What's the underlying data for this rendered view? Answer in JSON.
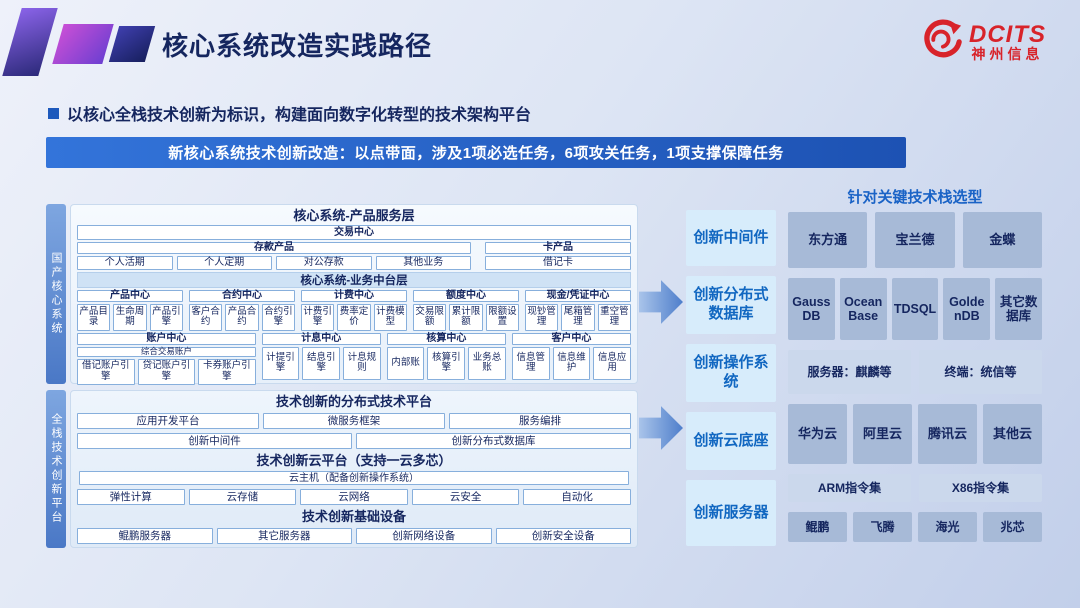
{
  "slide": {
    "title": "核心系统改造实践路径",
    "subtitle": "以核心全栈技术创新为标识，构建面向数字化转型的技术架构平台",
    "banner": "新核心系统技术创新改造：以点带面，涉及1项必选任务，6项攻关任务，1项支撑保障任务"
  },
  "logo": {
    "brand": "DCITS",
    "company": "神州信息"
  },
  "sidebar": {
    "top": "国产核心系统",
    "bottom": "全栈技术创新平台"
  },
  "product_layer": {
    "title": "核心系统-产品服务层",
    "transaction": "交易中心",
    "deposit_title": "存款产品",
    "deposit_items": [
      "个人活期",
      "个人定期",
      "对公存款",
      "其他业务"
    ],
    "card_title": "卡产品",
    "card_items": [
      "借记卡"
    ]
  },
  "business_layer": {
    "title": "核心系统-业务中台层",
    "row1": [
      {
        "title": "产品中心",
        "items": [
          "产品目录",
          "生命周期",
          "产品引擎"
        ]
      },
      {
        "title": "合约中心",
        "items": [
          "客户合约",
          "产品合约",
          "合约引擎"
        ]
      },
      {
        "title": "计费中心",
        "items": [
          "计费引擎",
          "费率定价",
          "计费模型"
        ]
      },
      {
        "title": "额度中心",
        "items": [
          "交易限额",
          "累计限额",
          "限额设置"
        ]
      },
      {
        "title": "现金/凭证中心",
        "items": [
          "现钞管理",
          "尾箱管理",
          "重空管理"
        ]
      }
    ],
    "account_group": {
      "title": "账户中心",
      "sub": "综合交易账户",
      "items": [
        "借记账户引擎",
        "贷记账户引擎",
        "卡券账户引擎"
      ]
    },
    "row2": [
      {
        "title": "计息中心",
        "items": [
          "计提引擎",
          "结息引擎",
          "计息规则"
        ]
      },
      {
        "title": "核算中心",
        "items": [
          "内部账",
          "核算引擎",
          "业务总账"
        ]
      },
      {
        "title": "客户中心",
        "items": [
          "信息管理",
          "信息维护",
          "信息应用"
        ]
      }
    ]
  },
  "platform_layer": {
    "title": "技术创新的分布式技术平台",
    "row1": [
      "应用开发平台",
      "微服务框架",
      "服务编排"
    ],
    "row2": [
      "创新中间件",
      "创新分布式数据库"
    ]
  },
  "cloud_layer": {
    "title": "技术创新云平台（支持一云多芯）",
    "host": "云主机（配备创新操作系统）",
    "row": [
      "弹性计算",
      "云存储",
      "云网络",
      "云安全",
      "自动化"
    ]
  },
  "infra_layer": {
    "title": "技术创新基础设备",
    "row": [
      "鲲鹏服务器",
      "其它服务器",
      "创新网络设备",
      "创新安全设备"
    ]
  },
  "innovation_column": [
    "创新中间件",
    "创新分布式数据库",
    "创新操作系统",
    "创新云底座",
    "创新服务器"
  ],
  "tech_stack": {
    "title": "针对关键技术栈选型",
    "middleware": [
      "东方通",
      "宝兰德",
      "金蝶"
    ],
    "databases": [
      "GaussDB",
      "OceanBase",
      "TDSQL",
      "GoldenDB",
      "其它数据库"
    ],
    "os": [
      "服务器：麒麟等",
      "终端：统信等"
    ],
    "clouds": [
      "华为云",
      "阿里云",
      "腾讯云",
      "其他云"
    ],
    "instruction_sets": [
      "ARM指令集",
      "X86指令集"
    ],
    "chips": [
      "鲲鹏",
      "飞腾",
      "海光",
      "兆芯"
    ]
  },
  "colors": {
    "navy": "#15265f",
    "banner_blue_from": "#3374da",
    "banner_blue_to": "#1d52b3",
    "logo_red": "#d8232a",
    "innovation_blue": "#1167c1",
    "stack_box_dark": "#a7bad7",
    "stack_box_light": "#cbd8ec"
  }
}
